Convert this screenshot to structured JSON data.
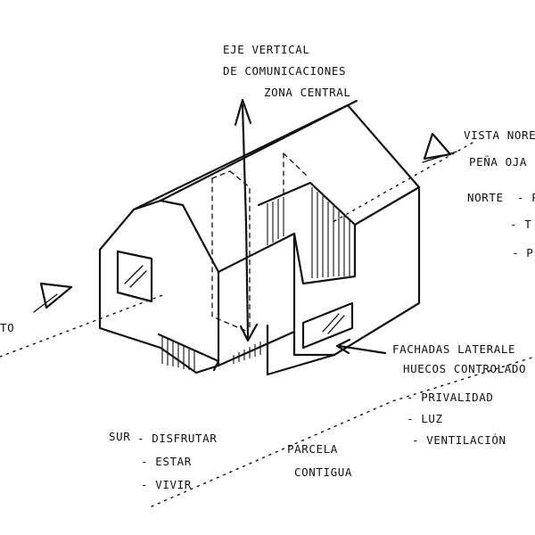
{
  "annotations": {
    "vertical_axis": [
      "EJE VERTICAL",
      "DE COMUNICACIONES",
      "ZONA CENTRAL"
    ],
    "north_view": [
      "VISTA NORE",
      "PEÑA OJA"
    ],
    "north_list": {
      "head": "NORTE",
      "items": [
        "- P",
        "- T",
        "- P"
      ]
    },
    "facades": [
      "FACHADAS LATERALE",
      "HUECOS CONTROLADO"
    ],
    "facade_list": [
      "- PRIVALIDAD",
      "- LUZ",
      "- VENTILACIÓN"
    ],
    "south": {
      "head": "SUR",
      "items": [
        "- DISFRUTAR",
        "- ESTAR",
        "- VIVIR"
      ]
    },
    "parcel": [
      "PARCELA",
      "CONTIGUA"
    ],
    "left_edge": "TO"
  },
  "colors": {
    "ink": "#111111",
    "paper": "#ffffff"
  }
}
